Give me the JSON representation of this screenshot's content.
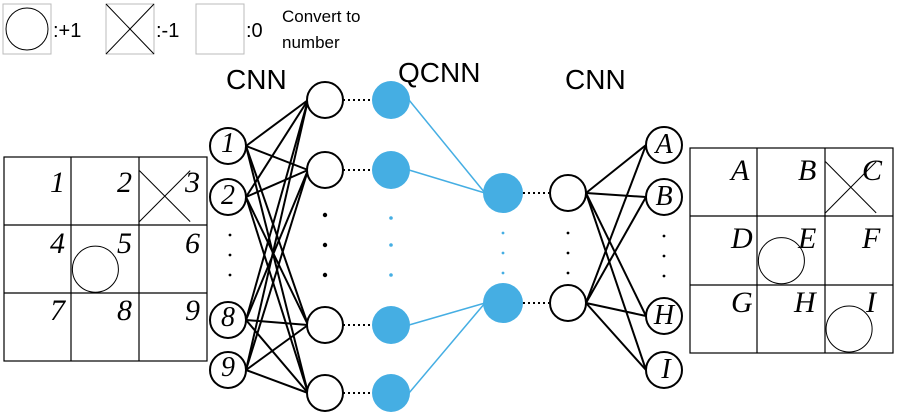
{
  "legend": {
    "circle_value": ":+1",
    "cross_value": ":-1",
    "empty_value": ":0",
    "convert_line1": "Convert to",
    "convert_line2": "number"
  },
  "titles": {
    "cnn_left": "CNN",
    "qcnn": "QCNN",
    "cnn_right": "CNN"
  },
  "input_board": {
    "cells": [
      "1",
      "2",
      "3",
      "4",
      "5",
      "6",
      "7",
      "8",
      "9"
    ],
    "marks": [
      "",
      "",
      "cross",
      "",
      "circle",
      "",
      "",
      "",
      ""
    ]
  },
  "input_nodes": [
    "1",
    "2",
    "8",
    "9"
  ],
  "output_nodes": [
    "A",
    "B",
    "H",
    "I"
  ],
  "output_board": {
    "cells": [
      "A",
      "B",
      "C",
      "D",
      "E",
      "F",
      "G",
      "H",
      "I"
    ],
    "marks": [
      "",
      "",
      "cross",
      "",
      "circle",
      "",
      "",
      "",
      "circle"
    ]
  },
  "colors": {
    "quantum_node": "#45aee3",
    "quantum_line": "#45aee3",
    "line": "#000000",
    "legend_box_border": "#bbbbbb"
  },
  "icons": [
    "circle-mark-icon",
    "cross-mark-icon",
    "empty-cell-icon"
  ]
}
